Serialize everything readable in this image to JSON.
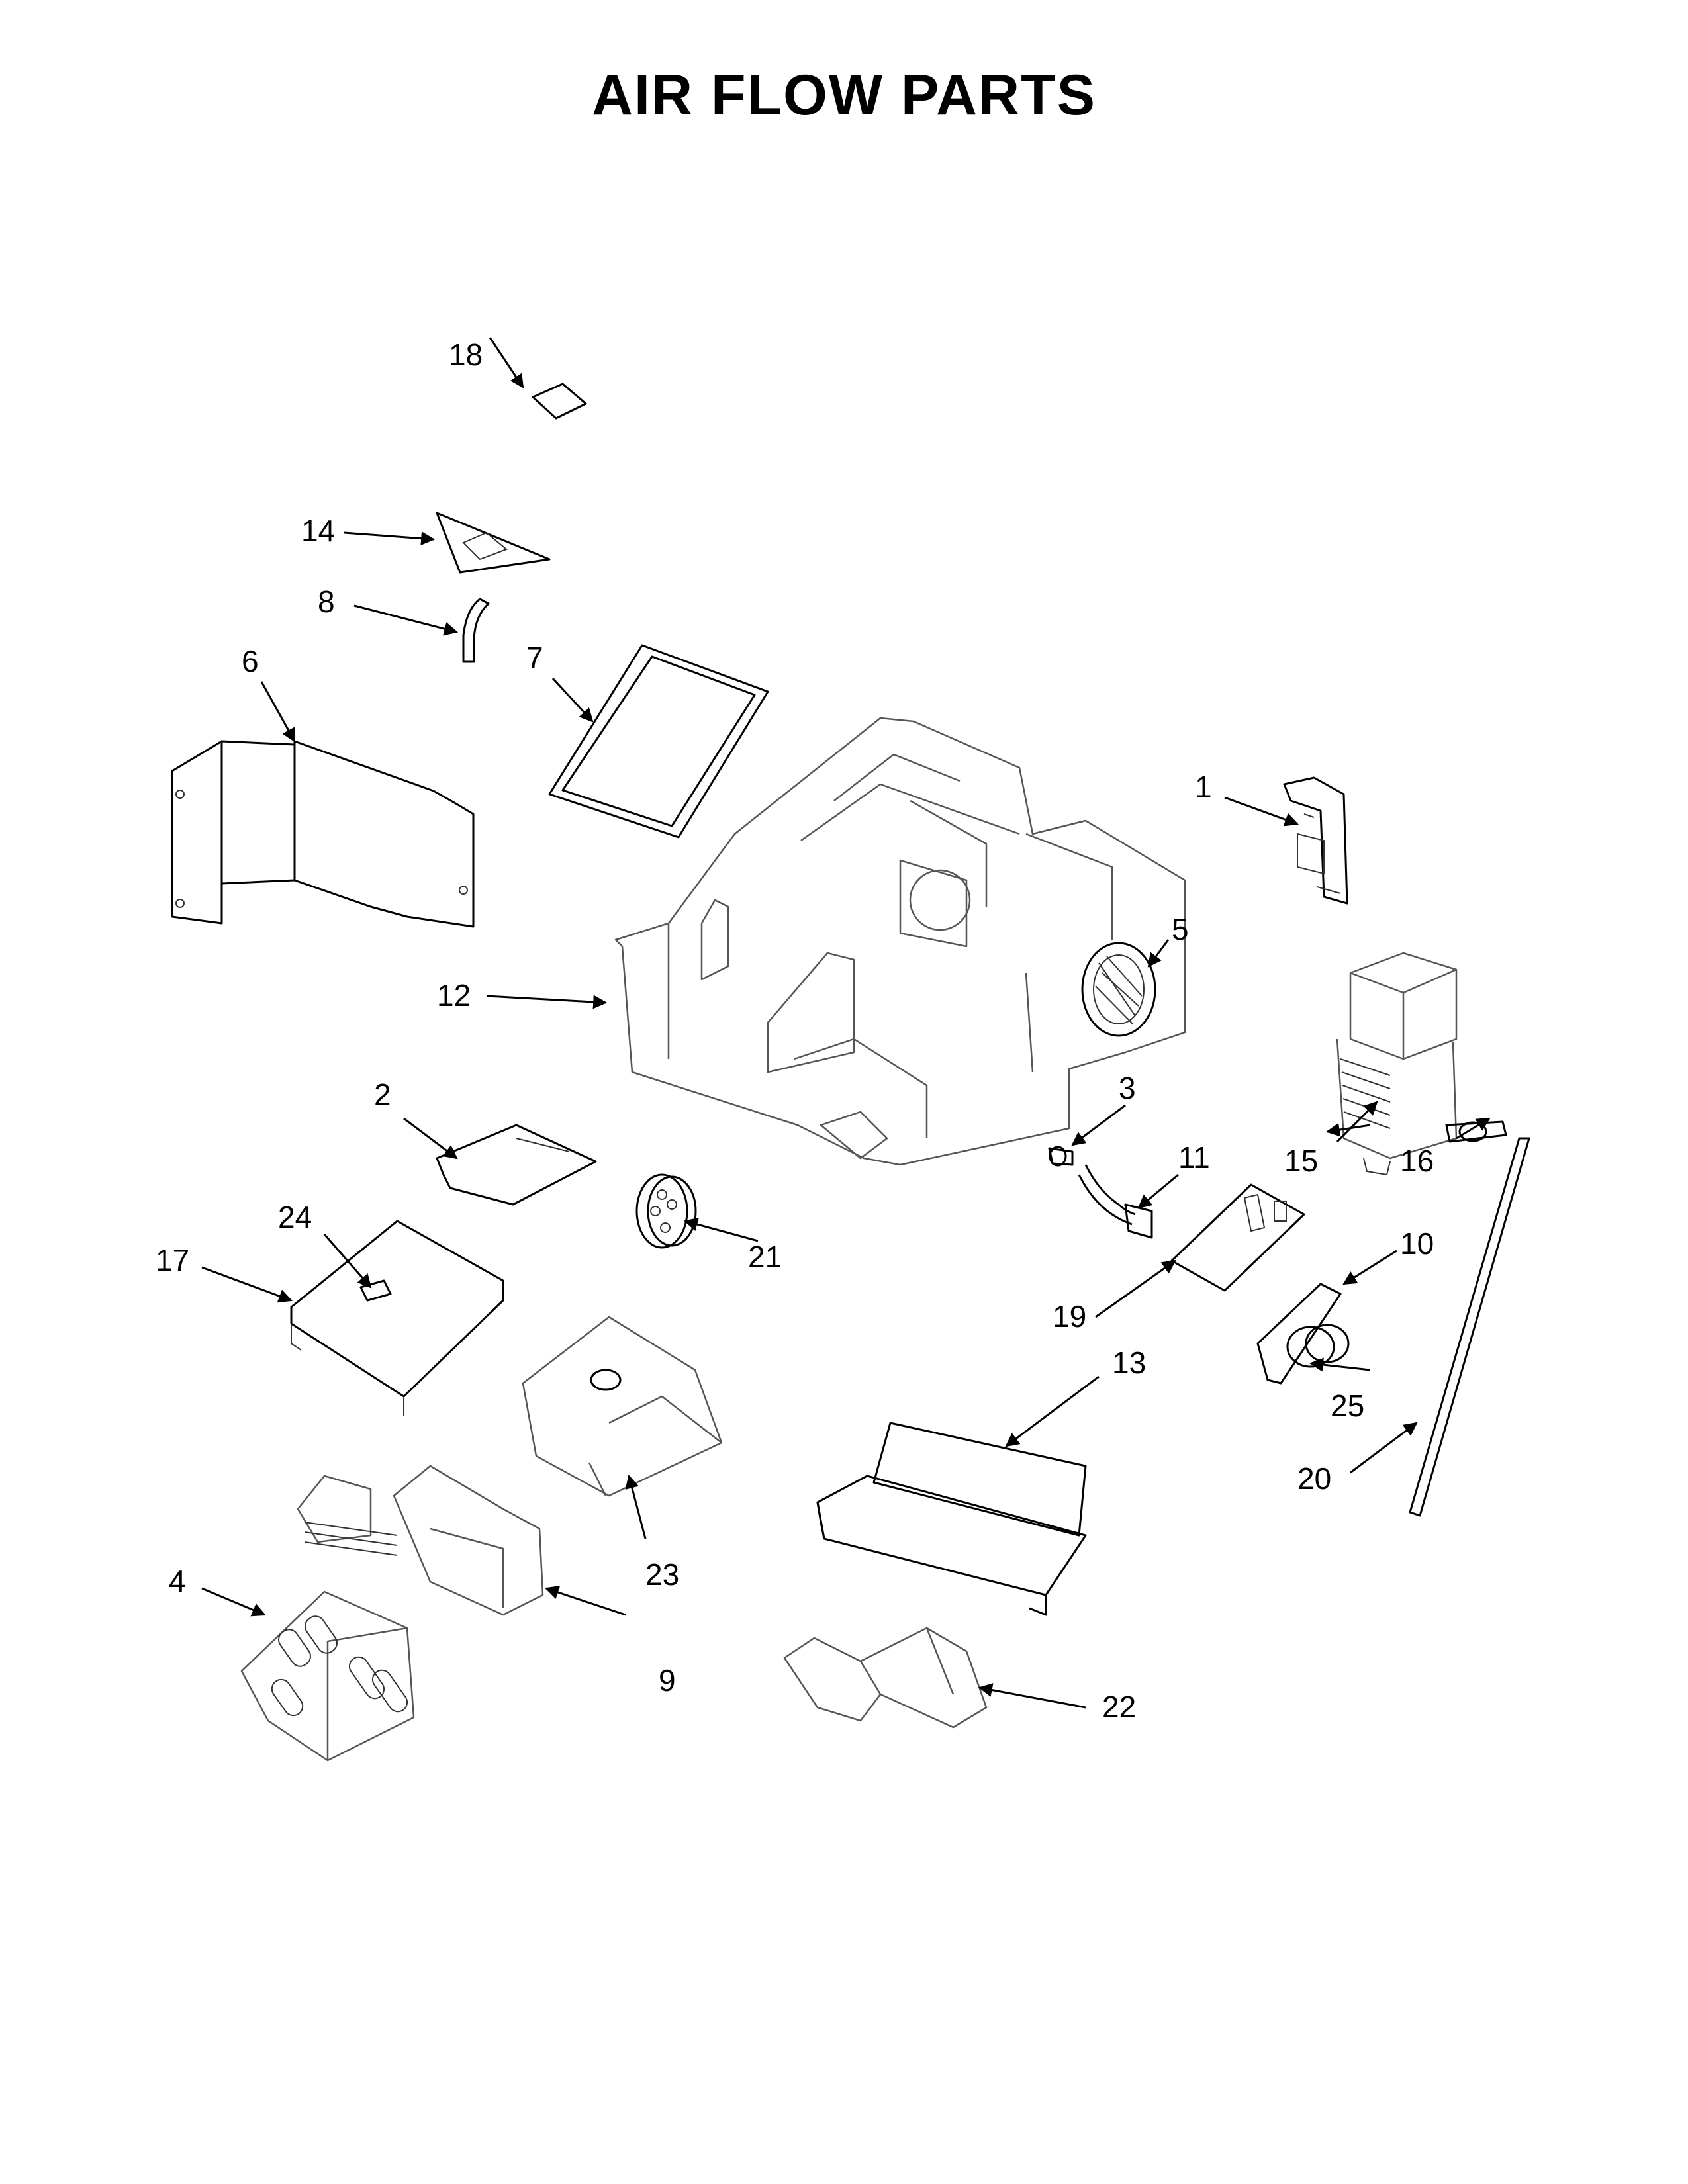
{
  "title": "AIR FLOW PARTS",
  "callouts": [
    {
      "id": "1",
      "label": "1"
    },
    {
      "id": "2",
      "label": "2"
    },
    {
      "id": "3",
      "label": "3"
    },
    {
      "id": "4",
      "label": "4"
    },
    {
      "id": "5",
      "label": "5"
    },
    {
      "id": "6",
      "label": "6"
    },
    {
      "id": "7",
      "label": "7"
    },
    {
      "id": "8",
      "label": "8"
    },
    {
      "id": "9",
      "label": "9"
    },
    {
      "id": "10",
      "label": "10"
    },
    {
      "id": "11",
      "label": "11"
    },
    {
      "id": "12",
      "label": "12"
    },
    {
      "id": "13",
      "label": "13"
    },
    {
      "id": "14",
      "label": "14"
    },
    {
      "id": "15",
      "label": "15"
    },
    {
      "id": "16",
      "label": "16"
    },
    {
      "id": "17",
      "label": "17"
    },
    {
      "id": "18",
      "label": "18"
    },
    {
      "id": "19",
      "label": "19"
    },
    {
      "id": "20",
      "label": "20"
    },
    {
      "id": "21",
      "label": "21"
    },
    {
      "id": "22",
      "label": "22"
    },
    {
      "id": "23",
      "label": "23"
    },
    {
      "id": "24",
      "label": "24"
    },
    {
      "id": "25",
      "label": "25"
    }
  ]
}
